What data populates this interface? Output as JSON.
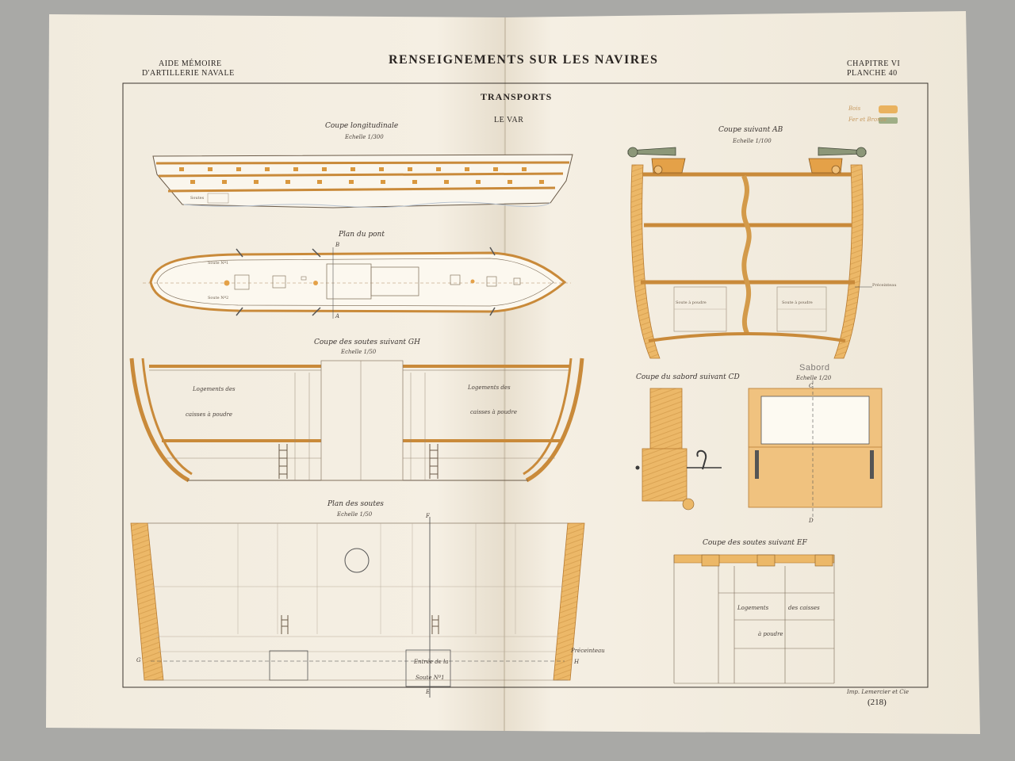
{
  "header": {
    "left_line1": "AIDE MÉMOIRE",
    "left_line2": "D'ARTILLERIE NAVALE",
    "title": "RENSEIGNEMENTS SUR LES NAVIRES",
    "right_line1": "CHAPITRE VI",
    "right_line2": "PLANCHE 40"
  },
  "plate": {
    "subtitle": "TRANSPORTS",
    "ship_name": "LE VAR"
  },
  "legend": {
    "items": [
      {
        "label": "Bois",
        "color": "#e9b25f"
      },
      {
        "label": "Fer et Bronze",
        "color": "#9fae86"
      }
    ]
  },
  "figures": {
    "longitudinal": {
      "title": "Coupe longitudinale",
      "scale": "Echelle 1/300",
      "label_soutes": "Soutes"
    },
    "deck_plan": {
      "title": "Plan du pont",
      "label_soute1": "Soute Nº1",
      "label_soute2": "Soute Nº2",
      "mark_a": "A",
      "mark_b": "B"
    },
    "section_gh": {
      "title": "Coupe des soutes suivant GH",
      "scale": "Echelle 1/50",
      "left_text1": "Logements des",
      "left_text2": "caisses à poudre",
      "right_text1": "Logements des",
      "right_text2": "caisses à poudre"
    },
    "magazine_plan": {
      "title": "Plan des soutes",
      "scale": "Echelle 1/50",
      "mark_g": "G",
      "mark_h": "H",
      "mark_e": "E",
      "mark_f": "F",
      "waterline": "Préceinteau",
      "entry1": "Entrée de la",
      "entry2": "Soute Nº1"
    },
    "section_ab": {
      "title": "Coupe suivant AB",
      "scale": "Echelle 1/100",
      "label_left": "Soute à poudre",
      "label_right": "Soute à poudre",
      "waterline": "Préceinteau"
    },
    "gunport": {
      "title": "Coupe du sabord suivant CD",
      "stamp": "Sabord",
      "scale": "Echelle 1/20",
      "mark_c": "C",
      "mark_d": "D"
    },
    "section_ef": {
      "title": "Coupe des soutes suivant EF",
      "text1": "Logements",
      "text2": "des caisses",
      "text3": "à poudre"
    }
  },
  "footer": {
    "printer": "Imp. Lemercier et Cie",
    "page_number": "(218)"
  }
}
